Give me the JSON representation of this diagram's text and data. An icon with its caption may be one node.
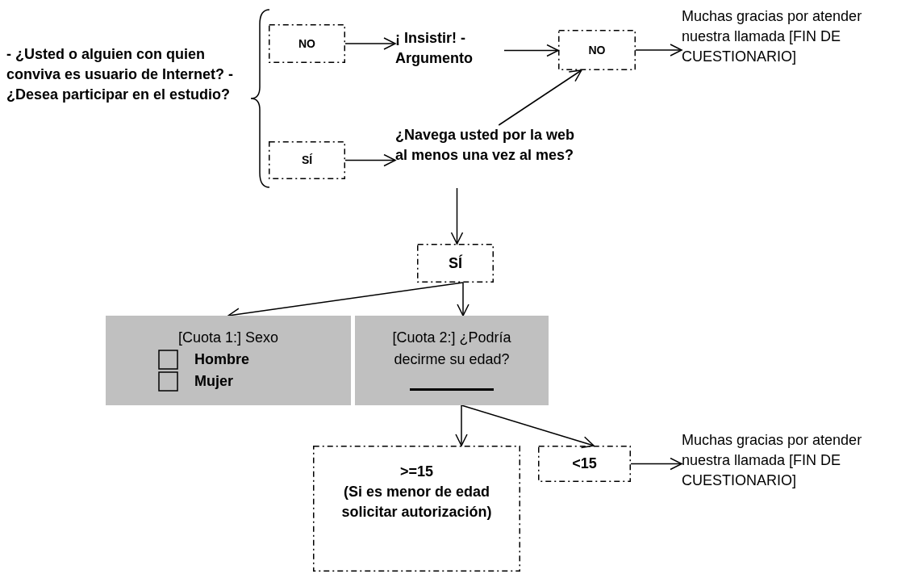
{
  "diagram": {
    "nodes": [
      {
        "text": [
          "- ¿Usted o alguien con quien conviva es usuario de Internet? - ¿Desea participar en el estudio?"
        ]
      },
      {
        "text": [
          "NO"
        ]
      },
      {
        "text": [
          "SÍ"
        ]
      },
      {
        "text": [
          "¡ Insistir! - Argumento"
        ]
      },
      {
        "text": [
          "NO"
        ]
      },
      {
        "text": [
          "Muchas gracias por atender nuestra llamada [FIN DE CUESTIONARIO]"
        ]
      },
      {
        "text": [
          "¿Navega usted por la web al menos una vez al mes?"
        ]
      },
      {
        "text": [
          "SÍ"
        ]
      },
      {
        "text": [
          "[Cuota 1:] Sexo",
          "Hombre",
          "Mujer"
        ]
      },
      {
        "text": [
          "[Cuota 2:] ¿Podría decirme su edad?"
        ]
      },
      {
        "text": [
          ">=15",
          "(Si es menor de edad solicitar autorización)"
        ]
      },
      {
        "text": [
          "<15"
        ]
      },
      {
        "text": [
          "Muchas gracias por atender nuestra llamada [FIN DE CUESTIONARIO]"
        ]
      }
    ],
    "edges": [
      {
        "from": 1,
        "to": 3,
        "arrow": "to"
      },
      {
        "from": 3,
        "to": 4,
        "arrow": "to"
      },
      {
        "from": 4,
        "to": 5,
        "arrow": "to"
      },
      {
        "from": 2,
        "to": 6,
        "arrow": "to"
      },
      {
        "from": 6,
        "to": 4,
        "arrow": "to"
      },
      {
        "from": 6,
        "to": 7,
        "arrow": "to"
      },
      {
        "from": 7,
        "to": 8,
        "arrow": "to"
      },
      {
        "from": 7,
        "to": 9,
        "arrow": "to"
      },
      {
        "from": 9,
        "to": 10,
        "arrow": "to"
      },
      {
        "from": 9,
        "to": 11,
        "arrow": "to"
      },
      {
        "from": 11,
        "to": 12,
        "arrow": "to"
      }
    ]
  }
}
